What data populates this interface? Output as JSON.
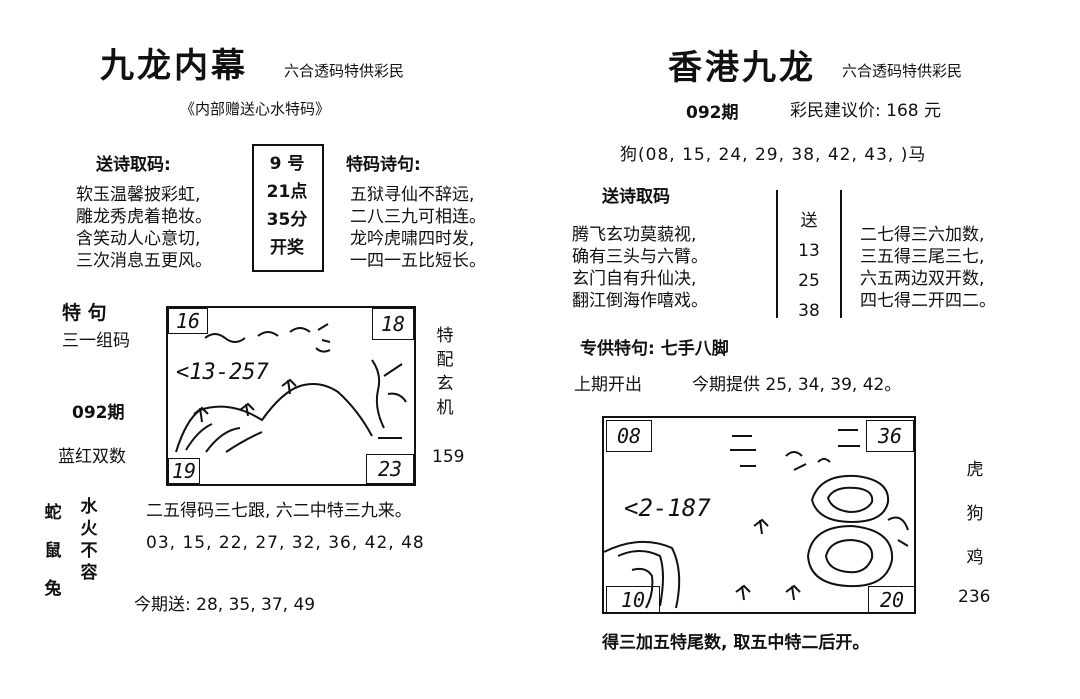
{
  "left": {
    "title": "九龙内幕",
    "subtitle": "六合透码特供彩民",
    "gift_line": "《内部赠送心水特码》",
    "poem_label": "送诗取码:",
    "poem_lines": [
      "软玉温馨披彩虹,",
      "雕龙秀虎着艳妆。",
      "含笑动人心意切,",
      "三次消息五更风。"
    ],
    "time_box": [
      "9 号",
      "21点",
      "35分",
      "开奖"
    ],
    "special_poem_label": "特码诗句:",
    "special_poem_lines": [
      "五狱寻仙不辞远,",
      "二八三九可相连。",
      "龙吟虎啸四时发,",
      "一四一五比短长。"
    ],
    "special_phrase_label": "特 句",
    "group_label": "三一组码",
    "period": "092期",
    "color_hint": "蓝红双数",
    "picture": {
      "corner_tl": "16",
      "corner_tr": "18",
      "corner_bl": "19",
      "corner_br": "23",
      "scribble": "<13-257"
    },
    "side_vertical": [
      "特",
      "配",
      "玄",
      "机"
    ],
    "side_number": "159",
    "animals_col1": [
      "蛇",
      "鼠",
      "兔"
    ],
    "animals_col2": [
      "水",
      "火",
      "不",
      "容"
    ],
    "hint_line": "二五得码三七跟, 六二中特三九来。",
    "numbers_line": "03, 15, 22, 27, 32, 36, 42, 48",
    "today_send": "今期送: 28, 35, 37, 49"
  },
  "right": {
    "title": "香港九龙",
    "subtitle": "六合透码特供彩民",
    "period": "092期",
    "price_label": "彩民建议价: 168 元",
    "numbers_line": "狗(08, 15, 24, 29, 38, 42, 43, )马",
    "poem_label": "送诗取码",
    "poem_lines": [
      "腾飞玄功莫藐视,",
      "确有三头与六臂。",
      "玄门自有升仙决,",
      "翻江倒海作嘻戏。"
    ],
    "send_box": [
      "送",
      "13",
      "25",
      "38"
    ],
    "right_poem_lines": [
      "二七得三六加数,",
      "三五得三尾三七,",
      "六五两边双开数,",
      "四七得二开四二。"
    ],
    "special_phrase": "专供特句: 七手八脚",
    "last_period": "上期开出",
    "this_period": "今期提供 25, 34, 39, 42。",
    "picture": {
      "corner_tl": "08",
      "corner_tr": "36",
      "corner_bl": "10",
      "corner_br": "20",
      "scribble": "<2-187"
    },
    "side_animals": [
      "虎",
      "狗",
      "鸡"
    ],
    "side_number": "236",
    "bottom_line": "得三加五特尾数, 取五中特二后开。"
  }
}
